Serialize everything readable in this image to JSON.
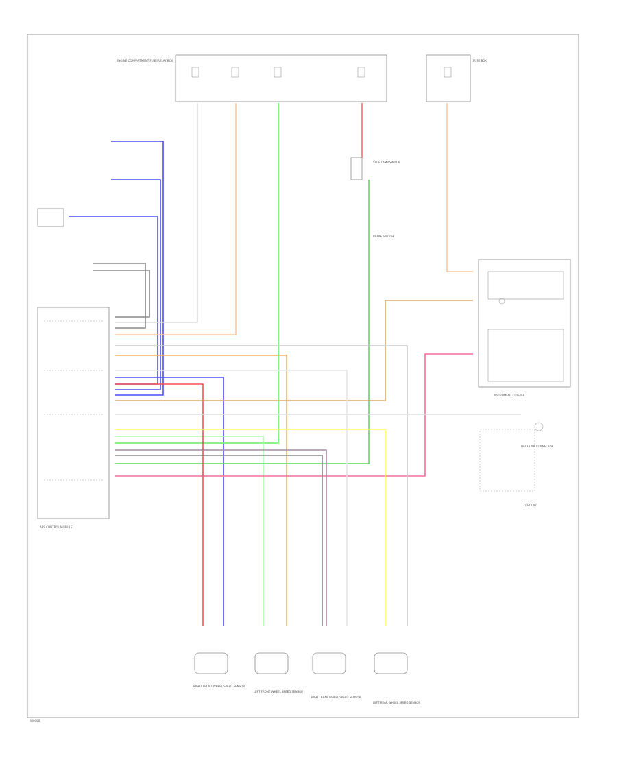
{
  "diagram": {
    "page_code": "W0000",
    "labels": {
      "fuse_box_a": "ENGINE COMPARTMENT FUSE/RELAY BOX",
      "fuse_box_b": "FUSE BOX",
      "instrument_cluster": "INSTRUMENT CLUSTER",
      "abs_module": "ABS CONTROL MODULE",
      "wheel_lf": "LEFT FRONT WHEEL SPEED SENSOR",
      "wheel_rf": "RIGHT FRONT WHEEL SPEED SENSOR",
      "wheel_lr": "LEFT REAR WHEEL SPEED SENSOR",
      "wheel_rr": "RIGHT REAR WHEEL SPEED SENSOR",
      "stop_switch": "STOP LAMP SWITCH",
      "brake_switch": "BRAKE SWITCH",
      "dlc": "DATA LINK CONNECTOR",
      "ground": "GROUND"
    }
  }
}
